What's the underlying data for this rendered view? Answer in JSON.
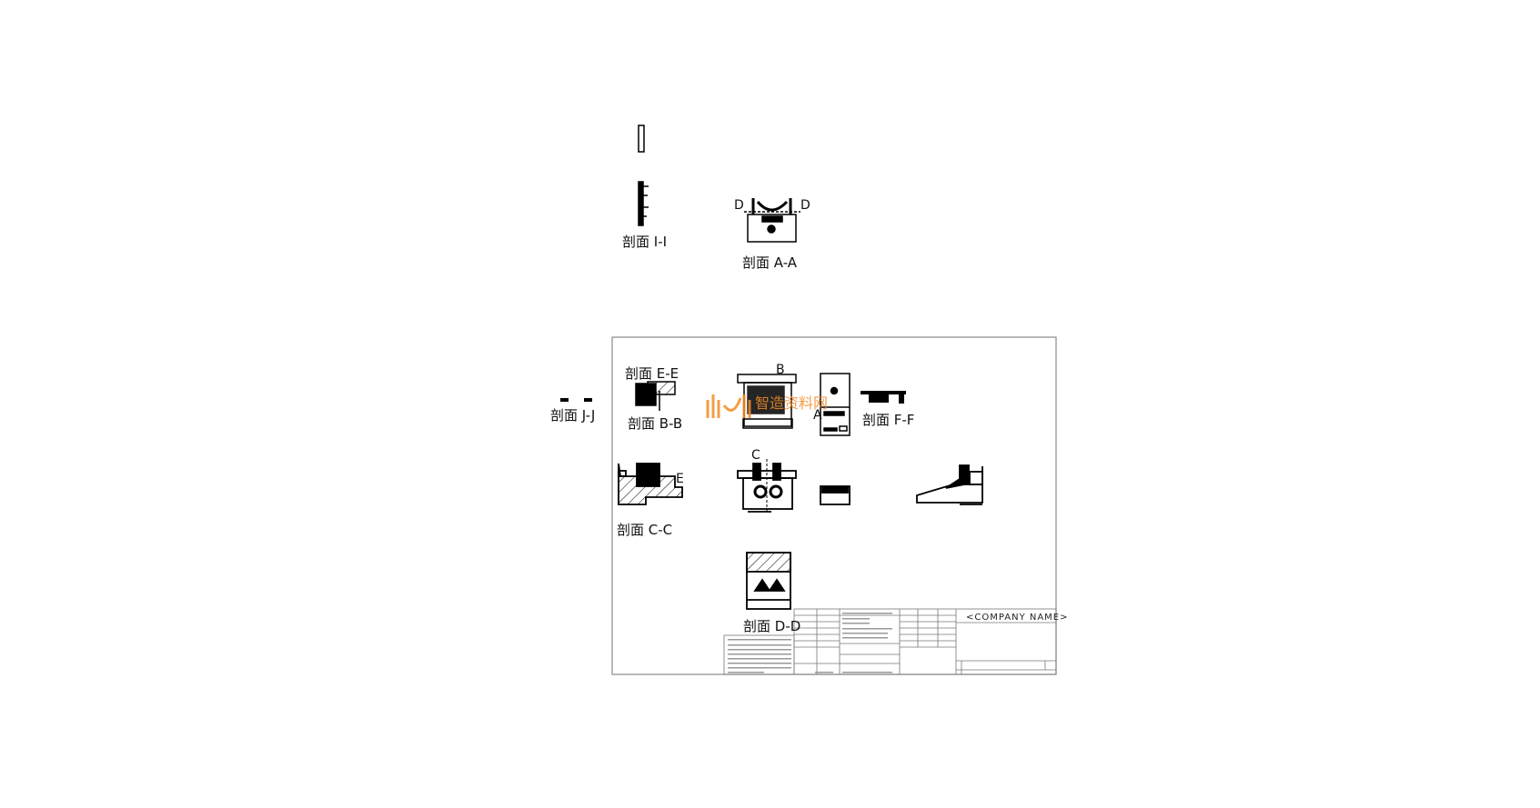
{
  "sections": {
    "i_i": "剖面 I-I",
    "a_a": "剖面 A-A",
    "j_j": "剖面 J-J",
    "e_e": "剖面 E-E",
    "b_b": "剖面 B-B",
    "f_f": "剖面 F-F",
    "c_c": "剖面 C-C",
    "d_d": "剖面 D-D"
  },
  "markers": {
    "d_left": "D",
    "d_right": "D",
    "b": "B",
    "c": "C",
    "e": "E",
    "a": "A"
  },
  "title_block": {
    "company_name": "<COMPANY NAME>"
  },
  "watermark": {
    "text": "智造资料网",
    "color": "#f28c28"
  }
}
